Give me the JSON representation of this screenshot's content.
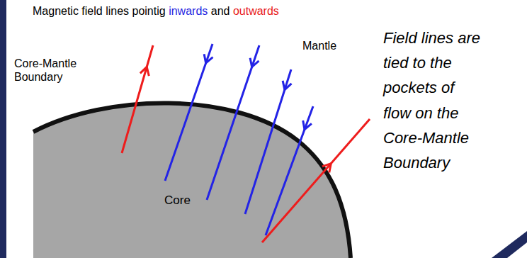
{
  "diagram": {
    "labels": [
      "Magnetic field lines pointig",
      "inwards",
      "and",
      "outwards",
      "Mantle",
      "Core-Mantle Boundary",
      "Core",
      "Field lines are tied to the pockets of flow on the Core-Mantle Boundary"
    ]
  }
}
